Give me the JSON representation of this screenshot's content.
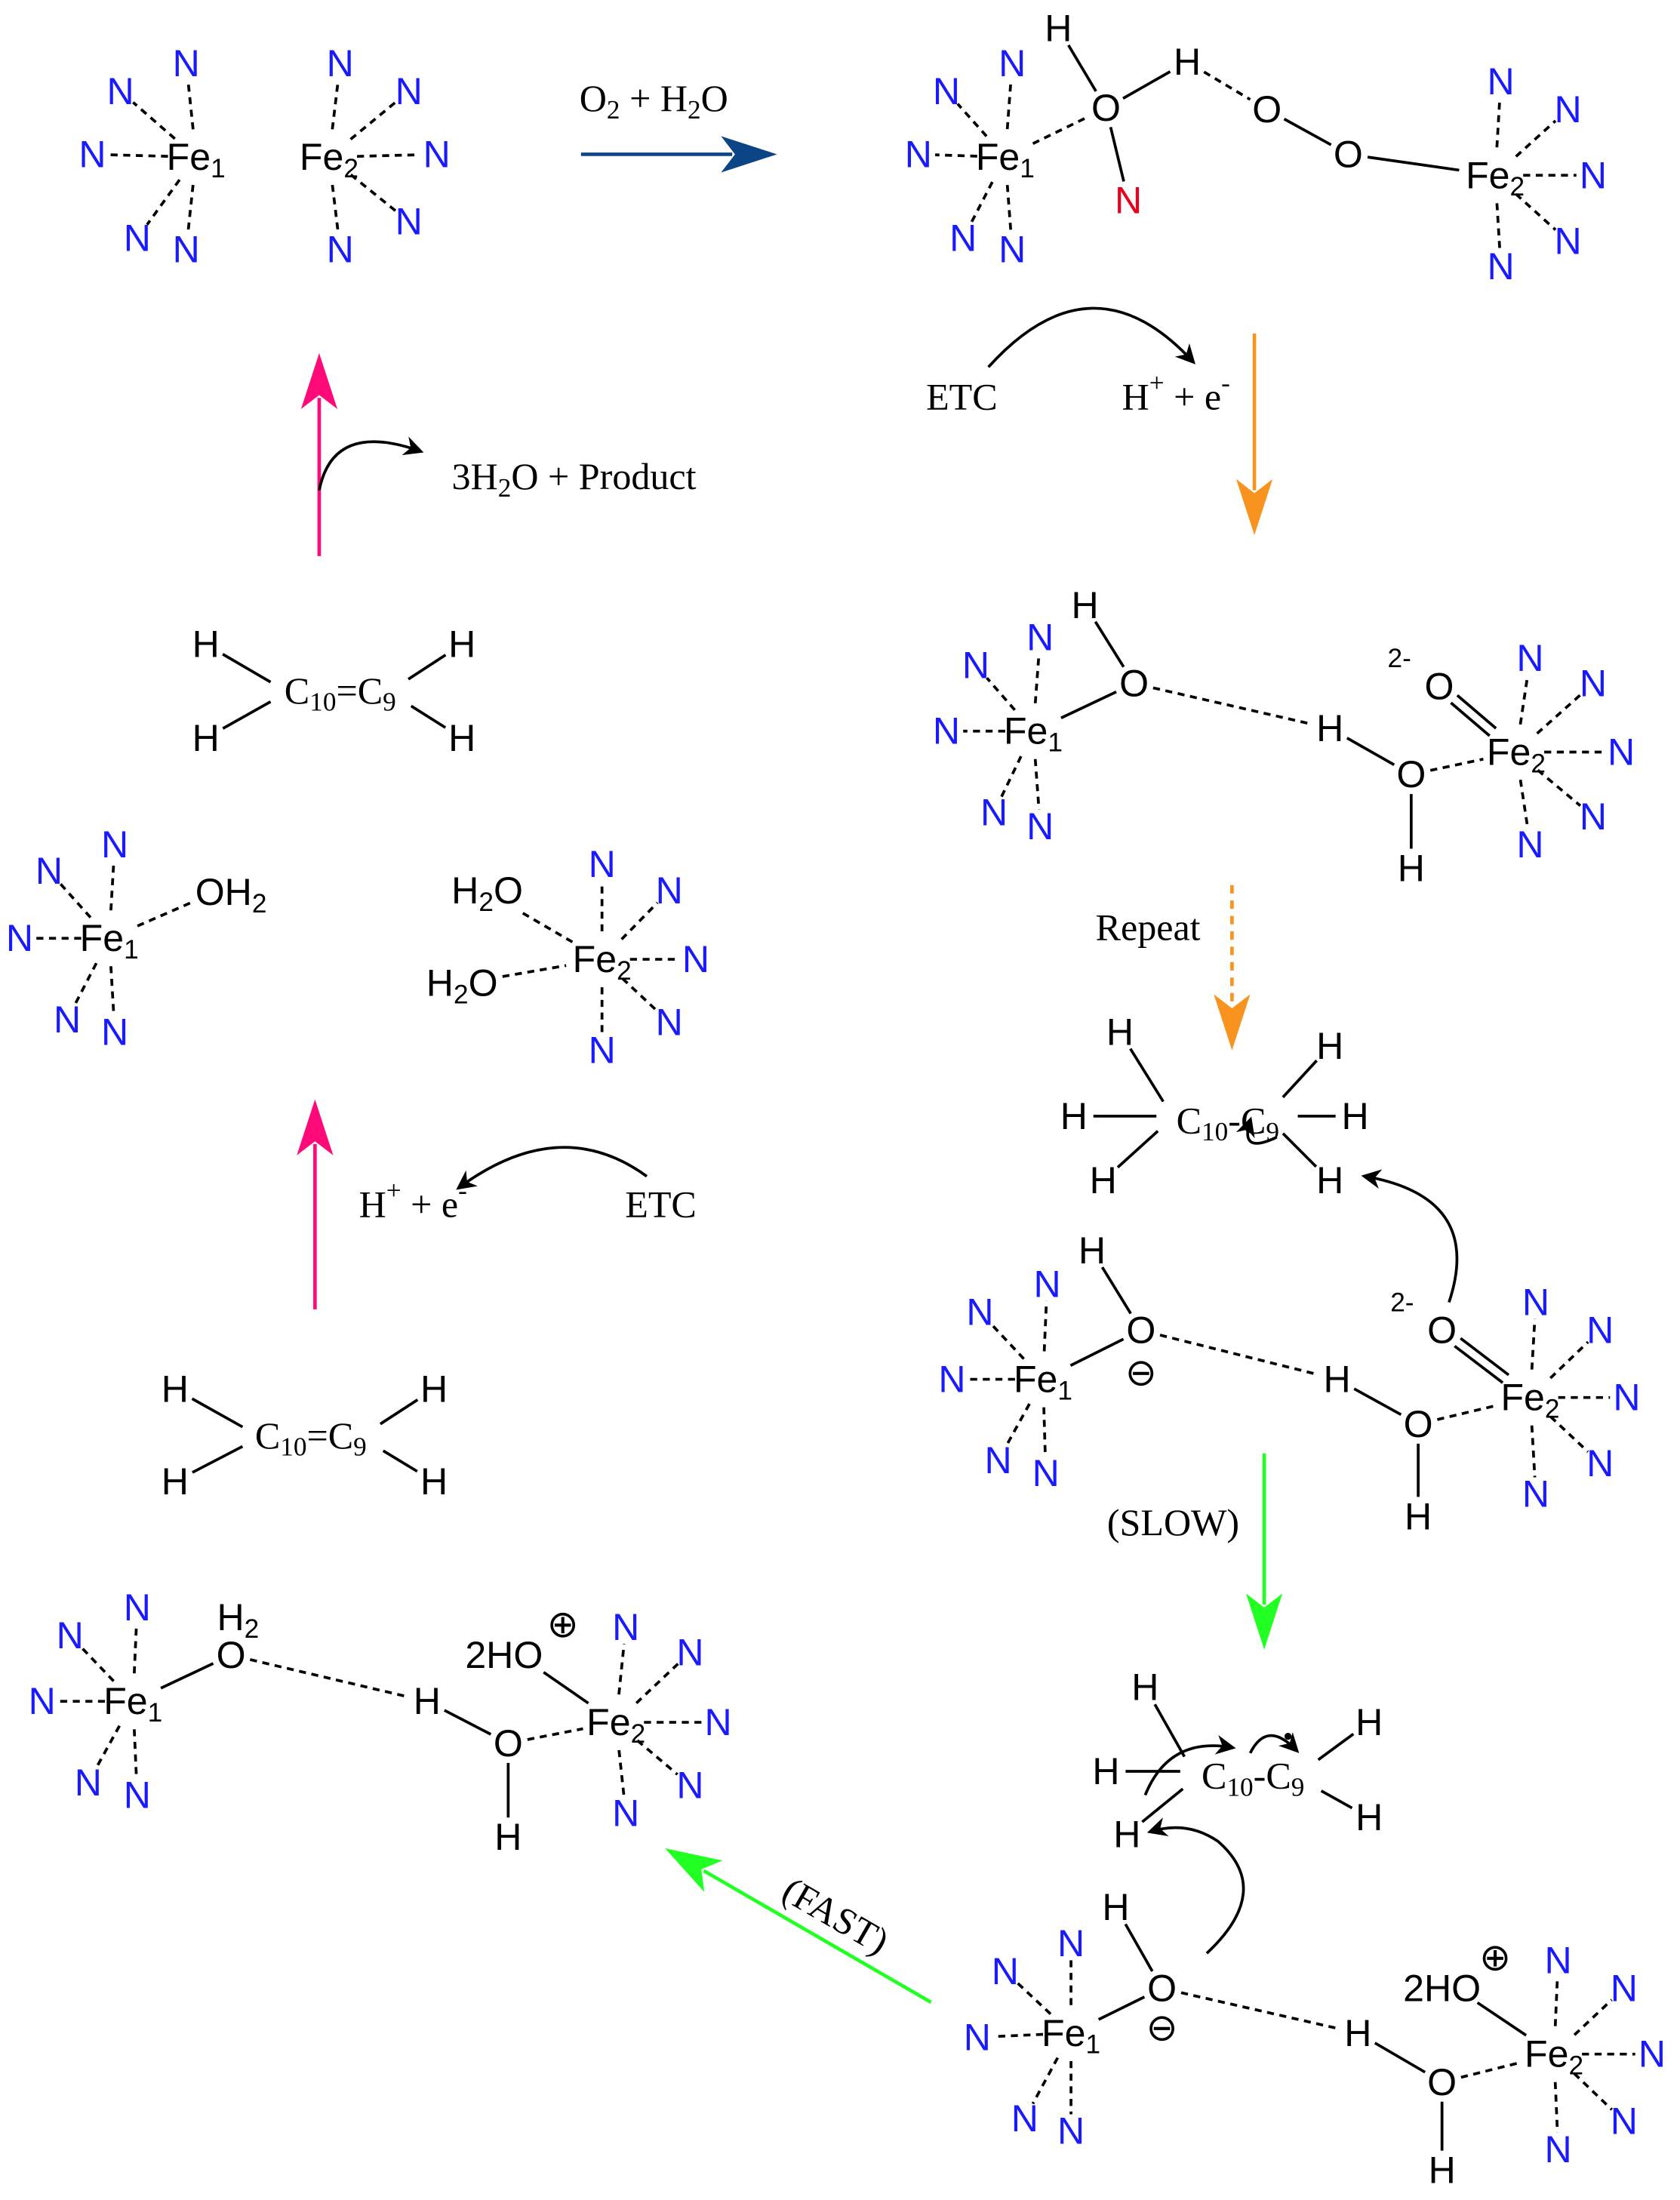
{
  "atoms": {
    "N": "N",
    "O": "O",
    "H": "H",
    "Fe": "Fe",
    "C": "C",
    "HO": "HO",
    "twoHO": "2HO",
    "one": "1",
    "two": "2",
    "ten": "10",
    "nine": "9",
    "eq": "=",
    "dash": "-",
    "charge2minus": "2-",
    "minus": "⊖",
    "plus": "⊕"
  },
  "labels": {
    "o2h2o": [
      "O",
      "2",
      " + H",
      "2",
      "O"
    ],
    "etc_top": "ETC",
    "h_e_top": [
      "H",
      "+",
      " + e",
      "-"
    ],
    "repeat": "Repeat",
    "slow": "(SLOW)",
    "fast": "(FAST)",
    "etc_left": "ETC",
    "h_e_left": [
      "H",
      "+",
      " + e",
      "-"
    ],
    "product": [
      "3H",
      "2",
      "O + Product"
    ]
  },
  "colors": {
    "nitrogen": "#1a1aff",
    "red_n": "#e8001c",
    "dark_blue_arrow": "#0b4585",
    "orange_arrow": "#f7931e",
    "green_arrow": "#22ff22",
    "pink_arrow": "#ff0a78"
  }
}
